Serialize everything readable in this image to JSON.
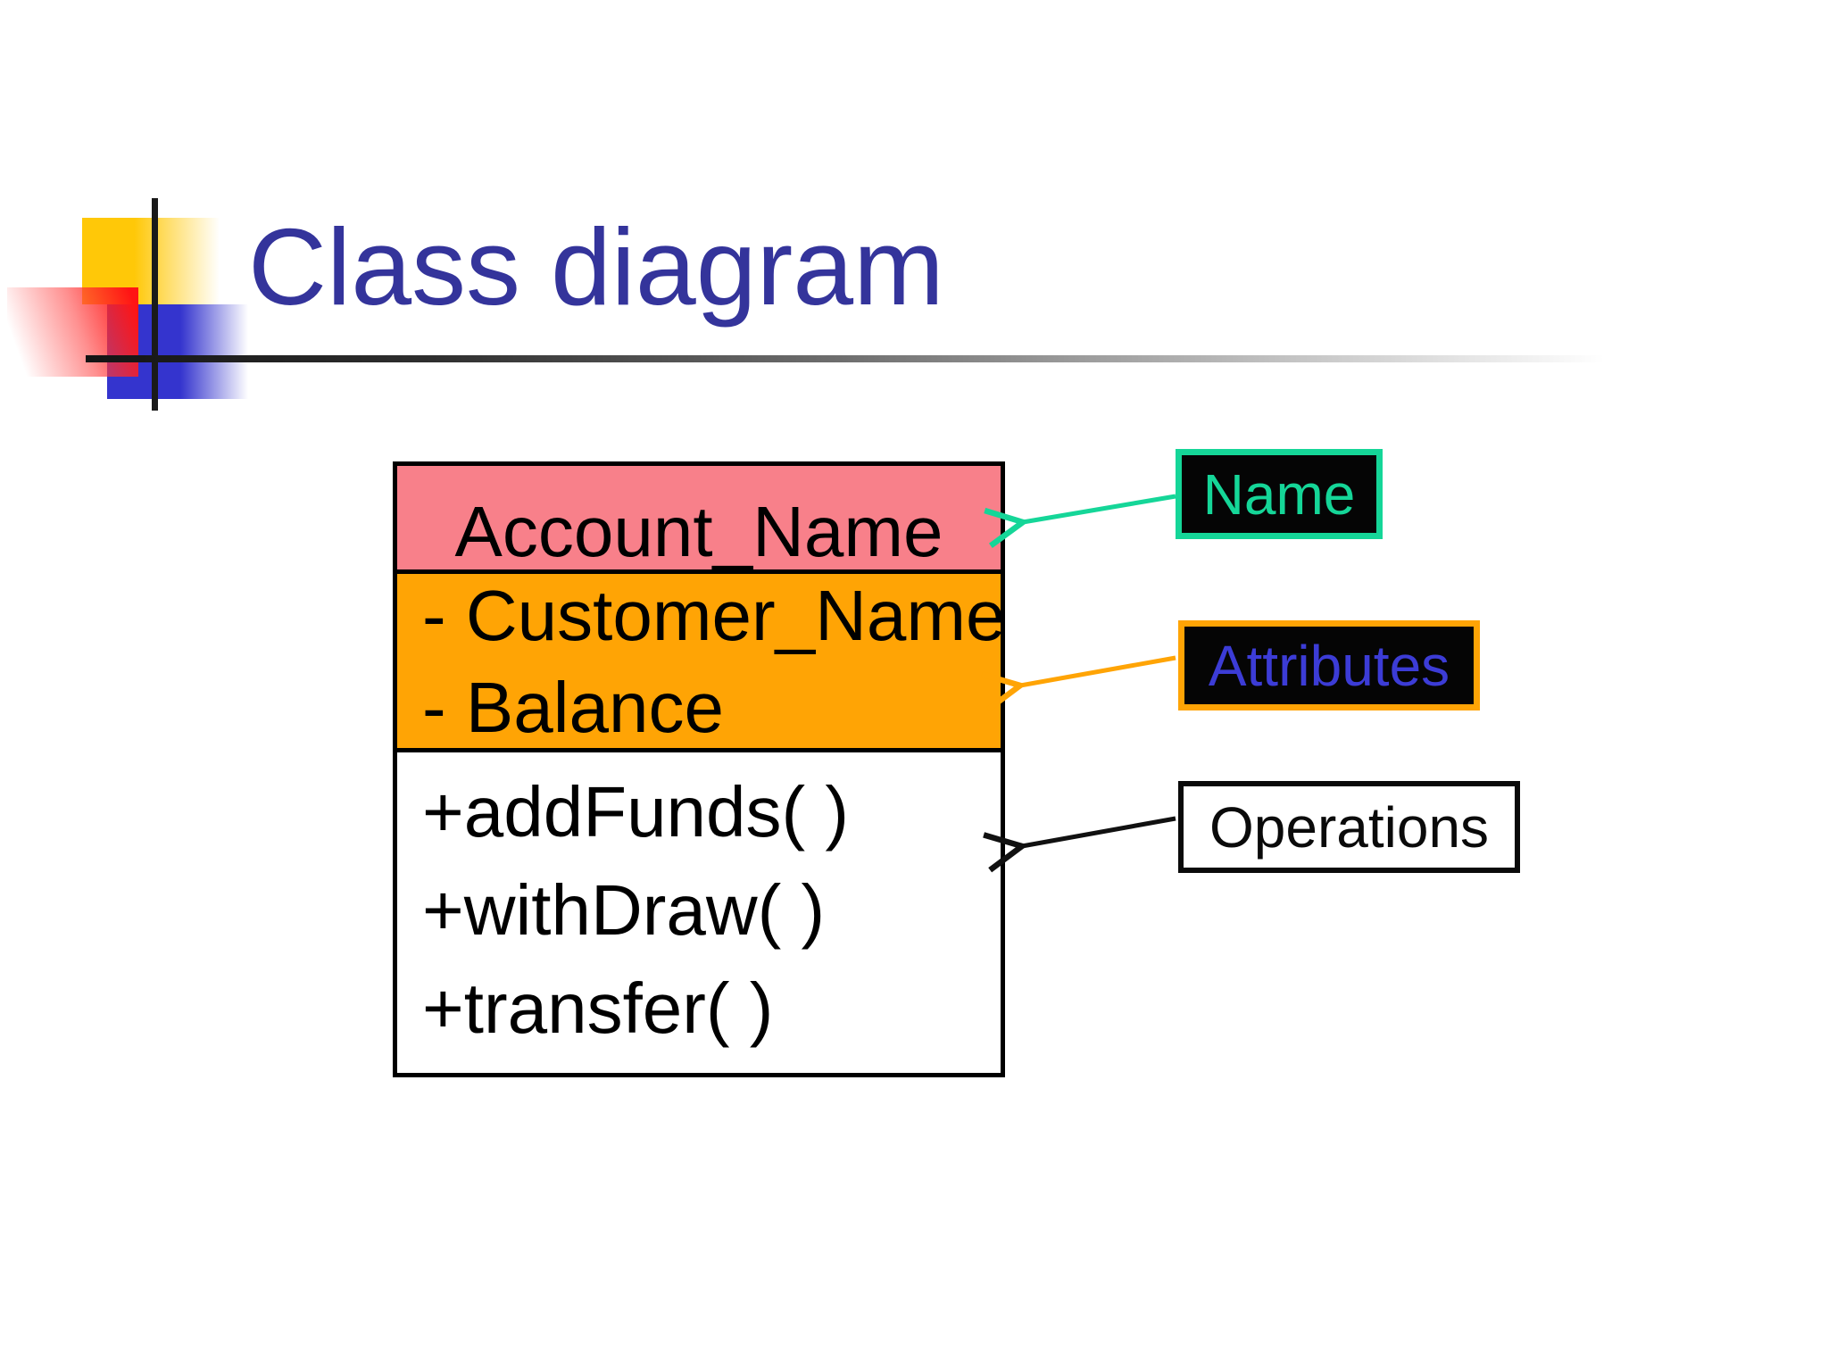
{
  "slide": {
    "title": "Class diagram"
  },
  "class_box": {
    "name": "Account_Name",
    "attributes": [
      "- Customer_Name",
      "- Balance"
    ],
    "operations": [
      "+addFunds( )",
      "+withDraw( )",
      "+transfer( )"
    ]
  },
  "labels": {
    "name": "Name",
    "attributes": "Attributes",
    "operations": "Operations"
  },
  "colors": {
    "title_text": "#34349B",
    "class_name_fill": "#F8808A",
    "attributes_fill": "#FFA405",
    "operations_fill": "#FFFFFF",
    "arrow_green": "#15D698",
    "arrow_orange": "#FFA405",
    "arrow_black": "#111111",
    "label_attributes_text": "#3C3CD6",
    "logo_yellow": "#FFC808",
    "logo_red": "#FF1A1A",
    "logo_blue": "#3434CE"
  }
}
